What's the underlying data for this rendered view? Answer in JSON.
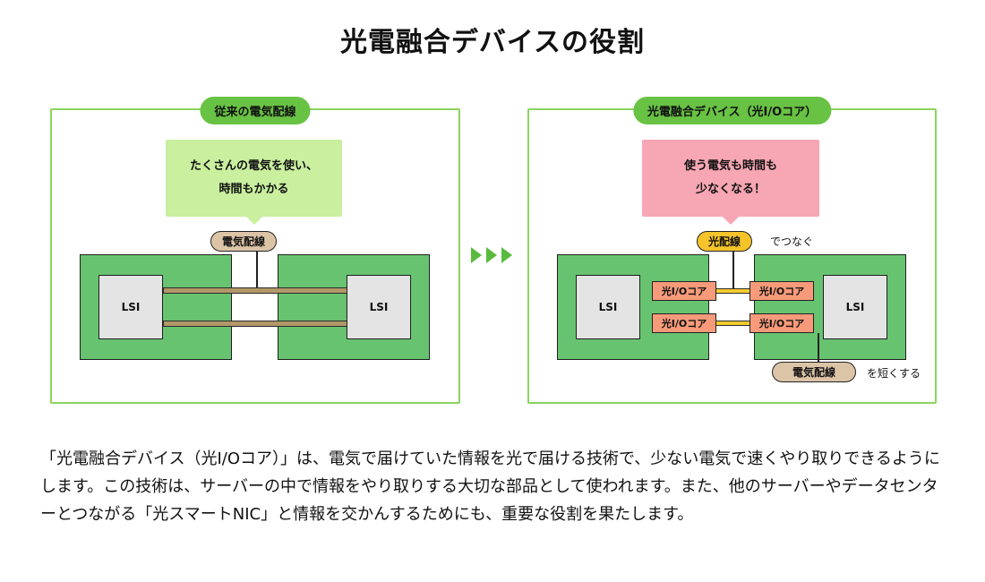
{
  "title": "光電融合デバイスの役割",
  "left_panel": {
    "label": "従来の電気配線",
    "bubble_line1": "たくさんの電気を使い、",
    "bubble_line2": "時間もかかる",
    "wire_label": "電気配線",
    "lsi_left": "LSI",
    "lsi_right": "LSI"
  },
  "right_panel": {
    "label": "光電融合デバイス（光I/Oコア）",
    "bubble_line1": "使う電気も時間も",
    "bubble_line2": "少なくなる！",
    "fiber_label": "光配線",
    "fiber_note": "でつなぐ",
    "core_label": "光I/Oコア",
    "wire_label": "電気配線",
    "wire_note": "を短くする",
    "lsi_left": "LSI",
    "lsi_right": "LSI"
  },
  "description": "「光電融合デバイス（光I/Oコア）」は、電気で届けていた情報を光で届ける技術で、少ない電気で速くやり取りできるようにします。この技術は、サーバーの中で情報をやり取りする大切な部品として使われます。また、他のサーバーやデータセンターとつながる「光スマートNIC」と情報を交かんするためにも、重要な役割を果たします。",
  "colors": {
    "panel_border": "#8bd35f",
    "label_green": "#68c243",
    "bubble_green": "#c9ef9f",
    "bubble_pink": "#f7a6b3",
    "board_green": "#68c371",
    "lsi_gray": "#e4e4e4",
    "electric_wire": "#b29868",
    "optical_wire": "#f2cb2e",
    "core_orange": "#f79a7a",
    "arrow_green": "#59bb3d"
  }
}
